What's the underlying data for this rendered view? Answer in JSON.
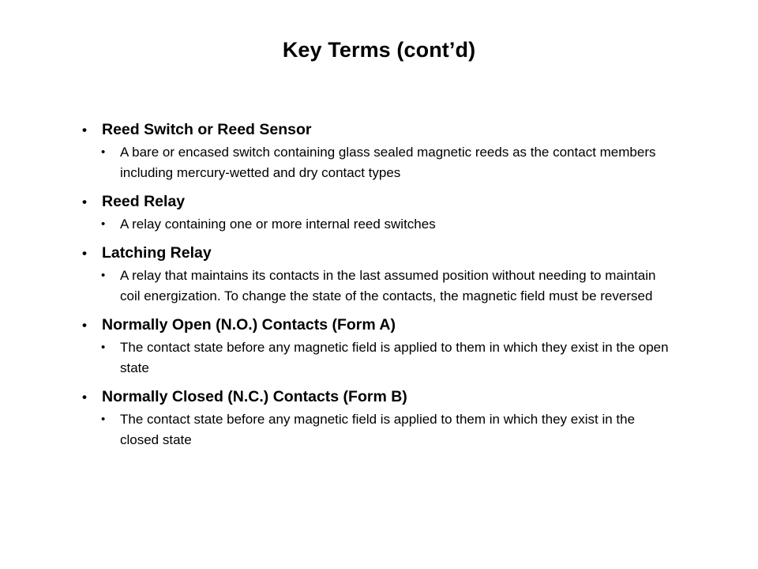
{
  "slide": {
    "title": "Key Terms (cont’d)",
    "bullet_glyph": "•",
    "text_color": "#000000",
    "background_color": "#ffffff",
    "items": [
      {
        "term": "Reed Switch or Reed Sensor",
        "definition": "A bare or encased switch containing glass sealed magnetic reeds as the contact members including mercury-wetted and dry contact types"
      },
      {
        "term": "Reed Relay",
        "definition": "A relay containing one or more internal reed switches"
      },
      {
        "term": "Latching Relay",
        "definition": "A relay that maintains its contacts in the last assumed position without needing to maintain coil energization. To change the state of the contacts, the magnetic field must be reversed"
      },
      {
        "term": "Normally Open (N.O.) Contacts (Form A)",
        "definition": "The contact state before any magnetic field is applied to them in which they exist in the open state"
      },
      {
        "term": "Normally Closed (N.C.) Contacts (Form B)",
        "definition": "The contact state before any magnetic field is applied to them in which they exist in the closed state"
      }
    ]
  }
}
